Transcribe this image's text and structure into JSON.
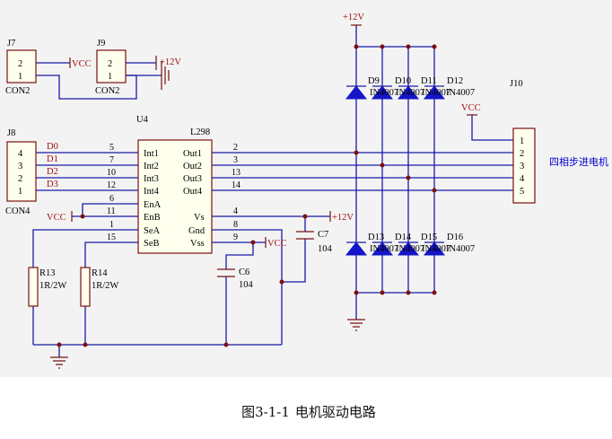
{
  "caption": {
    "figure_number": "图3-1-1",
    "title": "电机驱动电路"
  },
  "power": {
    "vcc": "VCC",
    "v12": "+12V"
  },
  "connectors": {
    "j7": {
      "ref": "J7",
      "type": "CON2",
      "pins": [
        "2",
        "1"
      ]
    },
    "j9": {
      "ref": "J9",
      "type": "CON2",
      "pins": [
        "2",
        "1"
      ]
    },
    "j8": {
      "ref": "J8",
      "type": "CON4",
      "pins": [
        "4",
        "3",
        "2",
        "1"
      ]
    },
    "j10": {
      "ref": "J10",
      "pins": [
        "1",
        "2",
        "3",
        "4",
        "5"
      ],
      "label": "四相步进电机"
    }
  },
  "signals": [
    "D0",
    "D1",
    "D2",
    "D3"
  ],
  "chip": {
    "ref": "U4",
    "part": "L298",
    "left_pins": [
      {
        "num": "5",
        "name": "Int1"
      },
      {
        "num": "7",
        "name": "Int2"
      },
      {
        "num": "10",
        "name": "Int3"
      },
      {
        "num": "12",
        "name": "Int4"
      },
      {
        "num": "6",
        "name": "EnA"
      },
      {
        "num": "11",
        "name": "EnB"
      },
      {
        "num": "1",
        "name": "SeA"
      },
      {
        "num": "15",
        "name": "SeB"
      }
    ],
    "right_pins": [
      {
        "num": "2",
        "name": "Out1"
      },
      {
        "num": "3",
        "name": "Out2"
      },
      {
        "num": "13",
        "name": "Out3"
      },
      {
        "num": "14",
        "name": "Out4"
      },
      {
        "num": "4",
        "name": "Vs"
      },
      {
        "num": "8",
        "name": "Gnd"
      },
      {
        "num": "9",
        "name": "Vss"
      }
    ]
  },
  "resistors": [
    {
      "ref": "R13",
      "value": "1R/2W"
    },
    {
      "ref": "R14",
      "value": "1R/2W"
    }
  ],
  "capacitors": [
    {
      "ref": "C7",
      "value": "104"
    },
    {
      "ref": "C6",
      "value": "104"
    }
  ],
  "diodes_top": {
    "refs": [
      "D9",
      "D10",
      "D11",
      "D12"
    ],
    "part": "IN4007"
  },
  "diodes_bottom": {
    "refs": [
      "D13",
      "D14",
      "D15",
      "D16"
    ],
    "part": "IN4007"
  }
}
